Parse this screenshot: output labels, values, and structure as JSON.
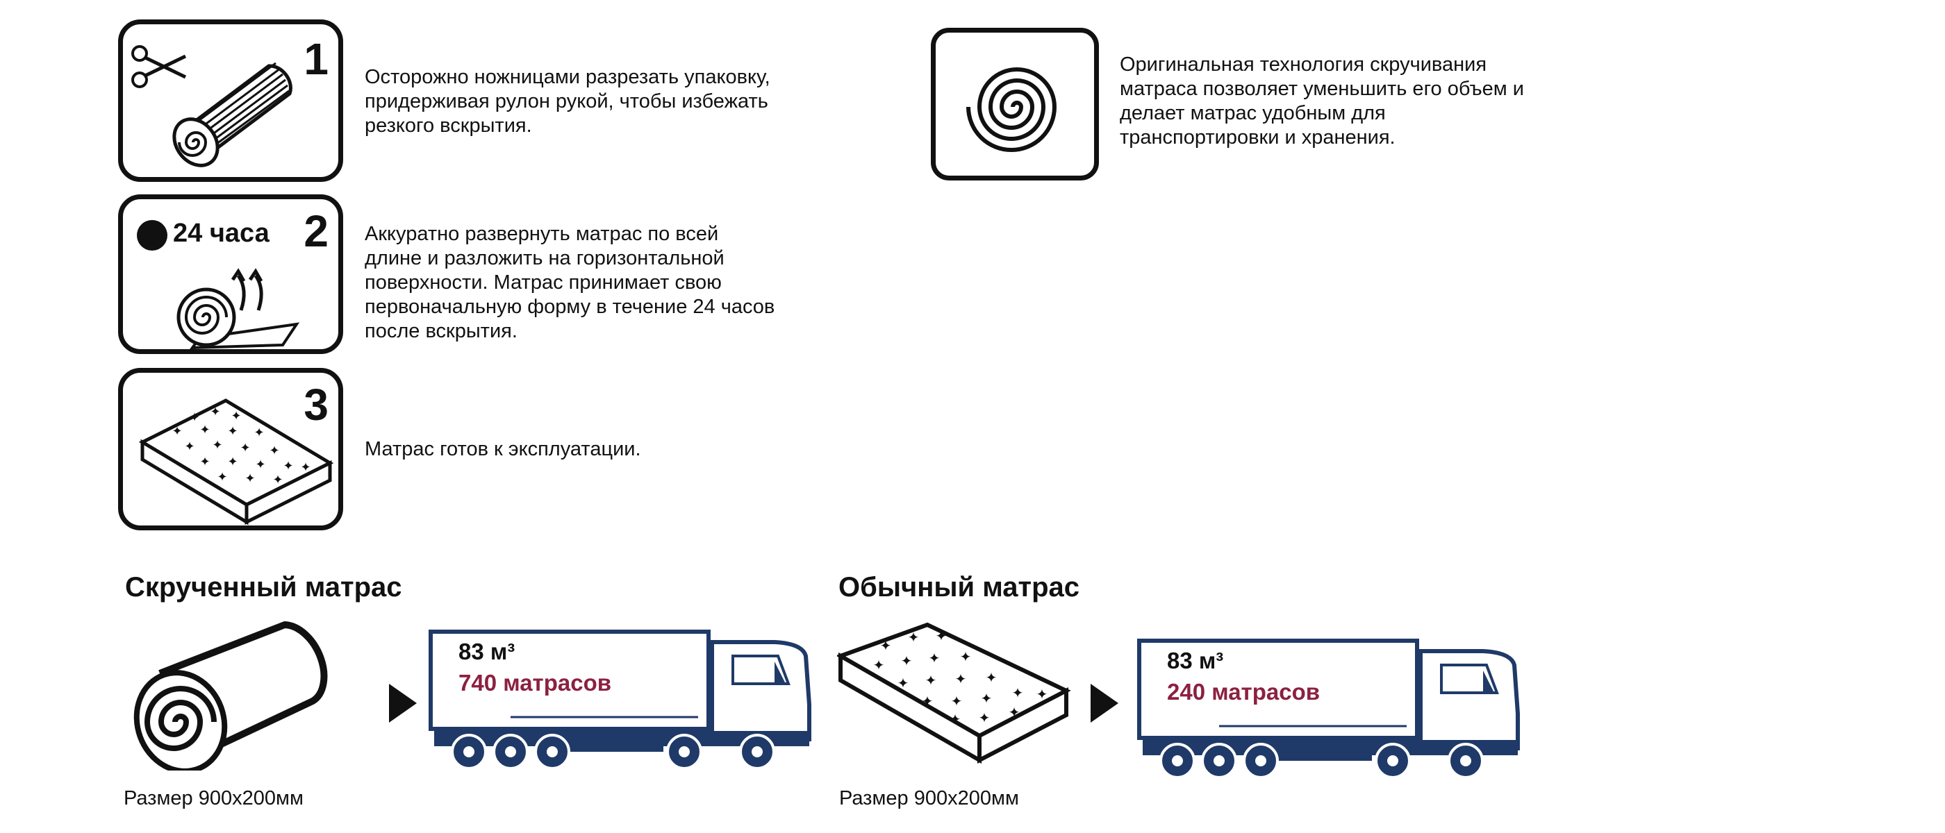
{
  "steps": [
    {
      "number": "1",
      "text_lines": [
        "Осторожно ножницами разрезать упаковку,",
        "придерживая рулон рукой, чтобы избежать",
        "резкого вскрытия."
      ],
      "icons": [
        "scissors-icon",
        "rolled-mattress-icon"
      ]
    },
    {
      "number": "2",
      "badge": "24 часа",
      "text_lines": [
        "Аккуратно развернуть матрас по всей",
        "длине и разложить на горизонтальной",
        "поверхности. Матрас принимает свою",
        "первоначальную форму в течение 24 часов",
        "после вскрытия."
      ],
      "icons": [
        "clock-dot-icon",
        "unrolling-mattress-icon"
      ]
    },
    {
      "number": "3",
      "text_lines": [
        "Матрас готов к эксплуатации."
      ],
      "icons": [
        "flat-mattress-icon"
      ]
    }
  ],
  "technology": {
    "icon": "spiral-icon",
    "text_lines": [
      "Оригинальная технология скручивания",
      "матраса позволяет уменьшить его объем и",
      "делает матрас удобным для",
      "транспортировки и хранения."
    ]
  },
  "comparison": [
    {
      "heading": "Скрученный матрас",
      "size": "Размер 900х200мм",
      "volume": "83 м³",
      "count": "740 матрасов",
      "icon": "rolled-mattress-icon"
    },
    {
      "heading": "Обычный матрас",
      "size": "Размер 900х200мм",
      "volume": "83 м³",
      "count": "240 матрасов",
      "icon": "flat-mattress-icon"
    }
  ],
  "colors": {
    "truck": "#1f3a68",
    "count_text": "#8c2040",
    "outline": "#111111"
  }
}
